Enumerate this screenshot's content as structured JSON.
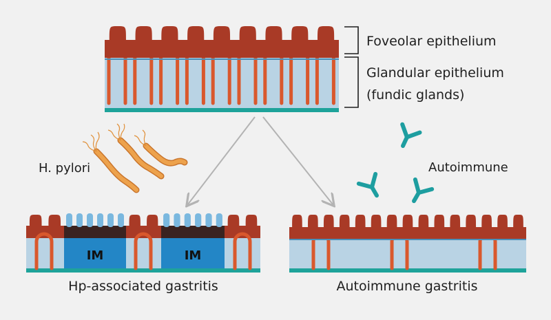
{
  "labels": {
    "foveolar": "Foveolar epithelium",
    "glandular_line1": "Glandular epithelium",
    "glandular_line2": "(fundic glands)",
    "h_pylori": "H. pylori",
    "autoimmune": "Autoimmune",
    "hp_gastritis": "Hp-associated gastritis",
    "autoimmune_gastritis": "Autoimmune gastritis",
    "im": "IM"
  },
  "colors": {
    "background": "#f1f1f1",
    "foveolar": "#a93a26",
    "gland": "#d9582d",
    "lamina": "#b9d3e4",
    "muscularis": "#1ea39a",
    "intestinal_metaplasia": "#2386c6",
    "im_villi": "#7ab8df",
    "dark_band": "#3a2320",
    "antibody": "#1e9ea0",
    "bacteria": "#e8983e",
    "arrow": "#b3b3b3"
  }
}
